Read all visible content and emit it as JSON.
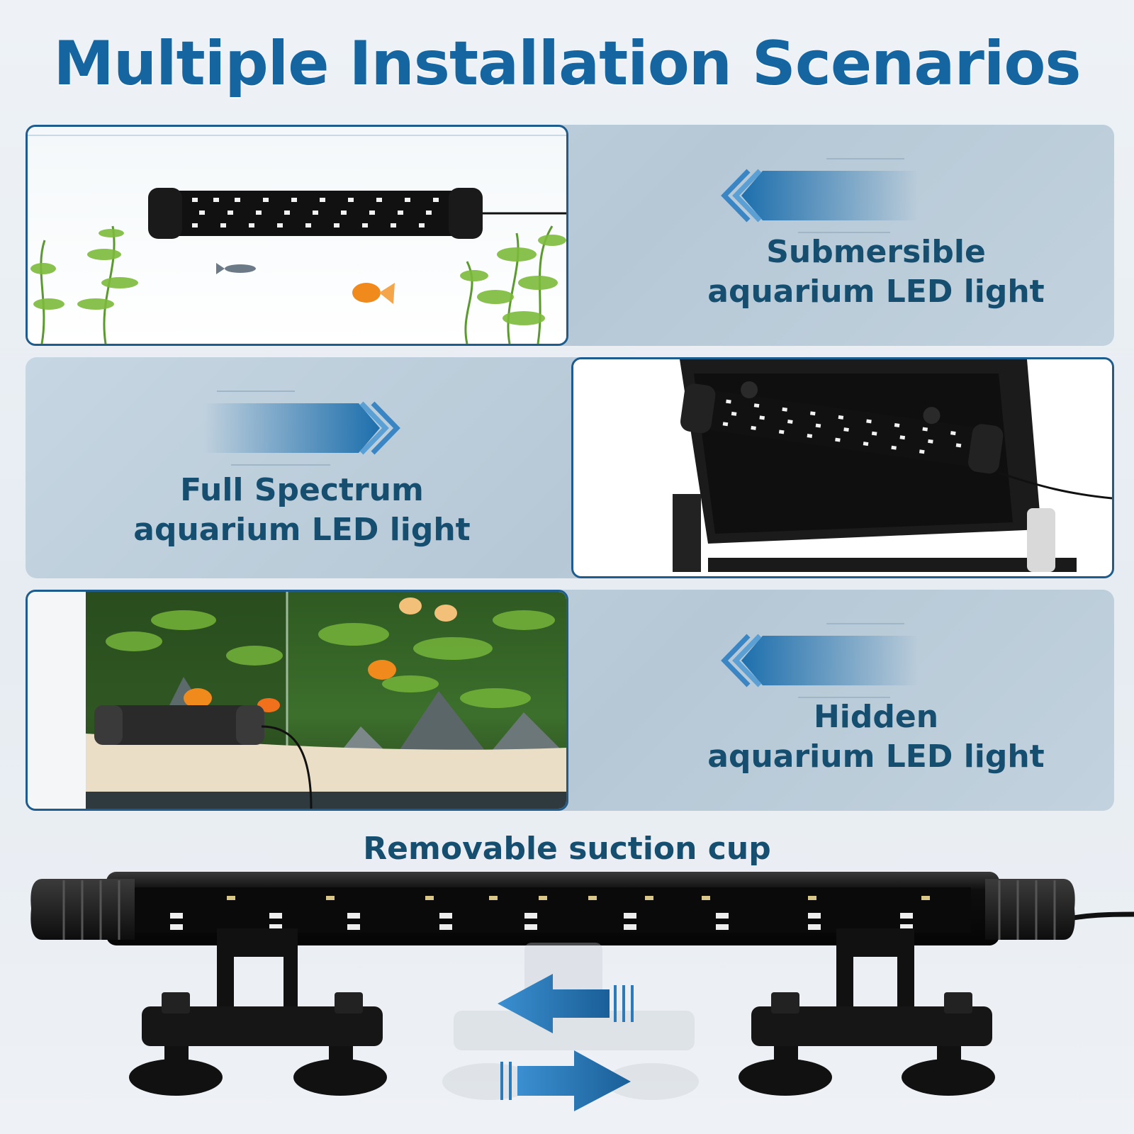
{
  "title": "Multiple Installation Scenarios",
  "scenarios": [
    {
      "line1": "Submersible",
      "line2": "aquarium LED light",
      "arrow": "left-arrow-icon"
    },
    {
      "line1": "Full Spectrum",
      "line2": "aquarium LED light",
      "arrow": "right-arrow-icon"
    },
    {
      "line1": "Hidden",
      "line2": "aquarium LED light",
      "arrow": "left-arrow-icon"
    }
  ],
  "bottom": {
    "title": "Removable suction cup"
  },
  "colors": {
    "accent": "#1565a1",
    "caption": "#164e70",
    "panel": "#bccdda",
    "frame": "#1d5c8c"
  }
}
